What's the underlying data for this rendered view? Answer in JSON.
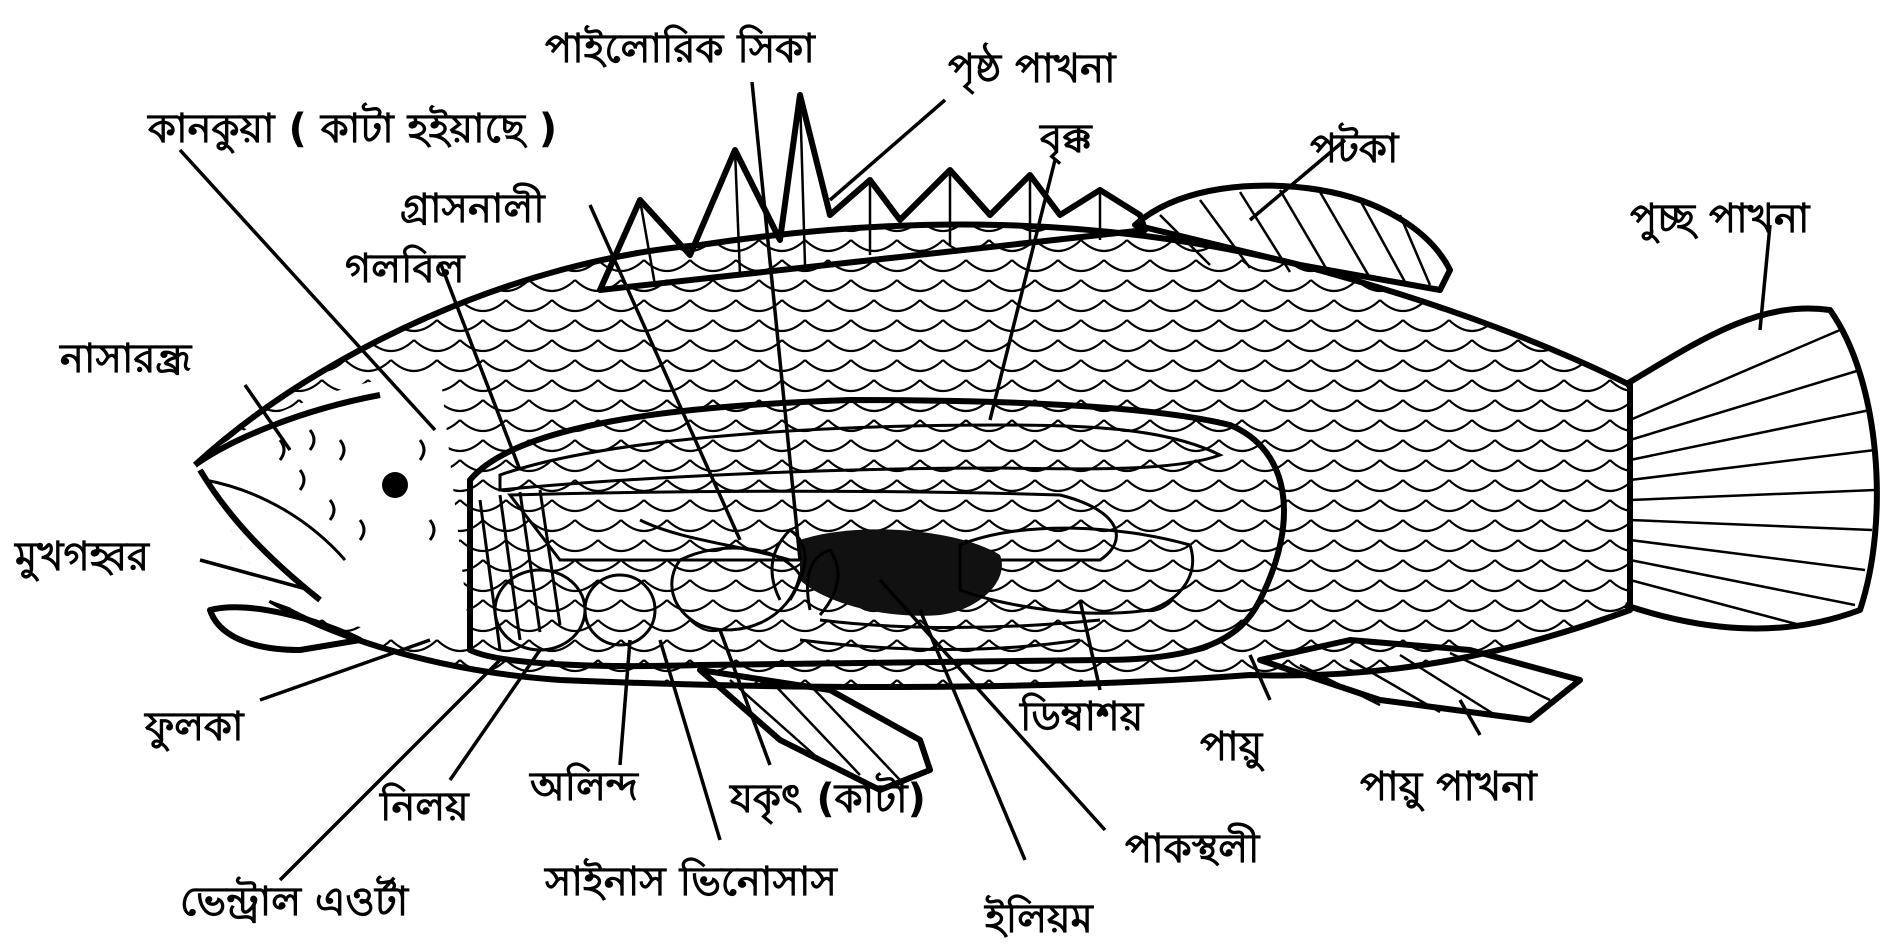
{
  "labels": {
    "pyloric_caeca": "পাইলোরিক সিকা",
    "dorsal_fin": "পৃষ্ঠ পাখনা",
    "gill_cut": "কানকুয়া ( কাটা হইয়াছে )",
    "kidney": "বৃক্ক",
    "air_bladder": "পটকা",
    "oesophagus": "গ্রাসনালী",
    "tail_fin": "পুচ্ছ পাখনা",
    "pharynx": "গলবিল",
    "nostril": "নাসারন্ধ্র",
    "mouth_cavity": "মুখগহ্বর",
    "gills": "ফুলকা",
    "ovary": "ডিম্বাশয়",
    "anus": "পায়ু",
    "anal_fin": "পায়ু পাখনা",
    "auricle": "অলিন্দ",
    "liver_cut": "যকৃৎ (কাটা)",
    "ventricle": "নিলয়",
    "stomach": "পাকস্থলী",
    "ventral_aorta": "ভেন্ট্রাল এওর্টা",
    "sinus_venosus": "সাইনাস ভিনোসাস",
    "ileum": "ইলিয়ম"
  }
}
